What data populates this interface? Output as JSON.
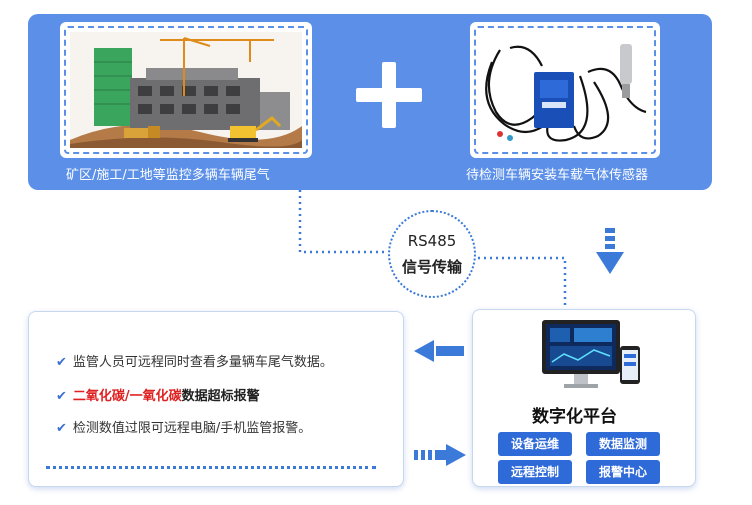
{
  "top": {
    "left_caption": "矿区/施工/工地等监控多辆车辆尾气",
    "right_caption": "待检测车辆安装车载气体传感器"
  },
  "signal": {
    "line1": "RS485",
    "line2": "信号传输"
  },
  "features": {
    "item1": "监管人员可远程同时查看多量辆车尾气数据。",
    "item2_highlight": "二氧化碳/一氧化碳",
    "item2_rest": "数据超标报警",
    "item3": "检测数值过限可远程电脑/手机监管报警。"
  },
  "platform": {
    "title": "数字化平台",
    "buttons": [
      "设备运维",
      "数据监测",
      "远程控制",
      "报警中心"
    ]
  },
  "colors": {
    "panel": "#5b8fe8",
    "accent": "#2f6ad9",
    "alert_red": "#e02020"
  }
}
